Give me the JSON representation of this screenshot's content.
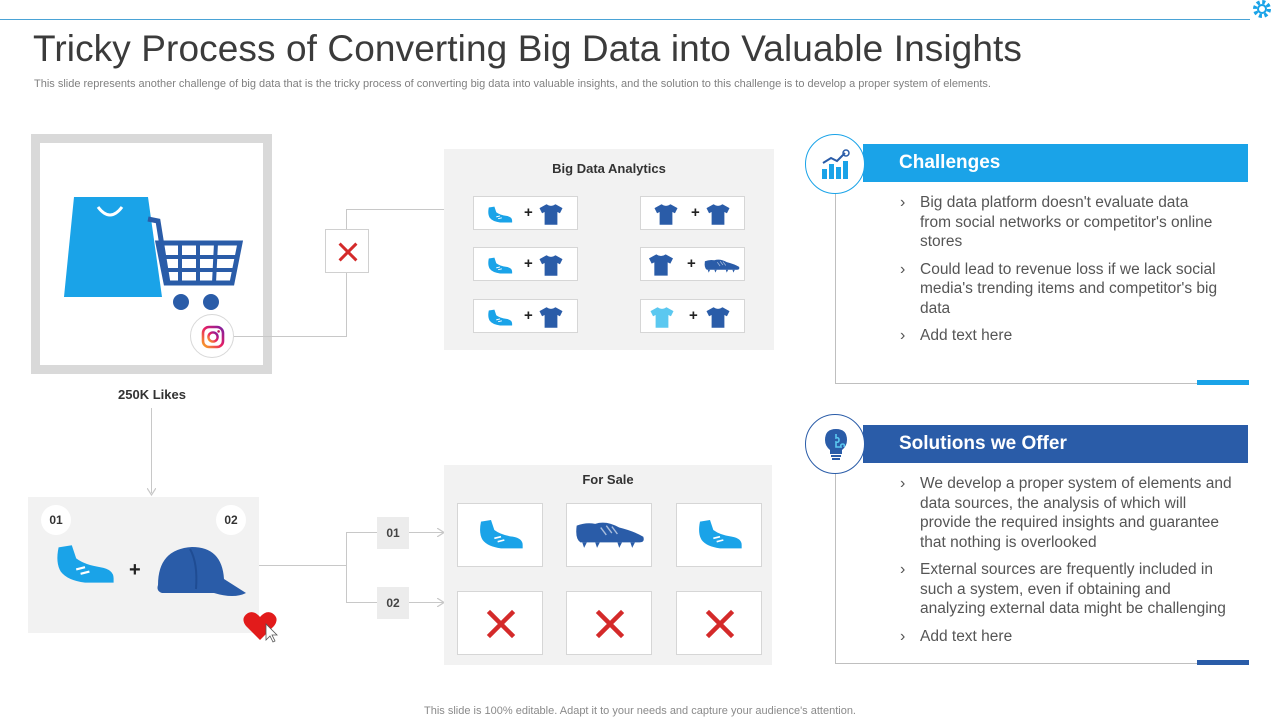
{
  "title": "Tricky Process of Converting Big Data into Valuable Insights",
  "subtitle": "This slide represents another challenge of big data that is the tricky  process of converting big data into valuable insights, and the solution to this challenge is to develop a proper system of elements.",
  "footer": "This slide is 100% editable. Adapt it to your needs and capture your audience's attention.",
  "store": {
    "likes": "250K Likes"
  },
  "analytics": {
    "title": "Big Data  Analytics",
    "plus": "+"
  },
  "combo": {
    "n1": "01",
    "n2": "02",
    "plus": "+"
  },
  "routes": {
    "r1": "01",
    "r2": "02"
  },
  "for_sale": {
    "title": "For Sale"
  },
  "challenges": {
    "title": "Challenges",
    "items": [
      "Big data platform doesn't evaluate data from social networks or competitor's online stores",
      "Could lead to revenue  loss if we lack social media's trending items and competitor's big data",
      "Add text here"
    ]
  },
  "solutions": {
    "title": "Solutions we Offer",
    "items": [
      "We develop a proper system of elements and data sources, the analysis of which will provide the required insights and guarantee that nothing is overlooked",
      "External sources are frequently  included in such a system,  even if obtaining and analyzing  external data might be challenging",
      "Add text here"
    ]
  },
  "colors": {
    "light_blue": "#1aa3e8",
    "dark_blue": "#2a5ca8",
    "red": "#d42a2a",
    "panel_gray": "#f2f2f2"
  },
  "icons": {
    "store": "shopping-bag-cart-icon",
    "social": "instagram-icon",
    "reject": "close-icon",
    "challenges": "growth-chart-icon",
    "solutions": "lightbulb-puzzle-icon",
    "like": "heart-cursor-icon"
  }
}
